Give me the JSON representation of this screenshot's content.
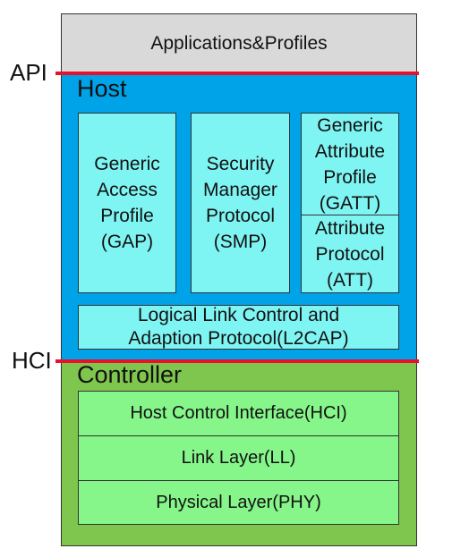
{
  "applications": "Applications&Profiles",
  "api_label": "API",
  "hci_label": "HCI",
  "host": {
    "title": "Host",
    "gap": "Generic\nAccess\nProfile\n(GAP)",
    "smp": "Security\nManager\nProtocol\n(SMP)",
    "gatt": "Generic\nAttribute\nProfile\n(GATT)",
    "att": "Attribute\nProtocol\n(ATT)",
    "l2cap": "Logical Link Control and\nAdaption Protocol(L2CAP)"
  },
  "controller": {
    "title": "Controller",
    "hci": "Host Control Interface(HCI)",
    "ll": "Link Layer(LL)",
    "phy": "Physical Layer(PHY)"
  },
  "colors": {
    "applications": "#d9d9d9",
    "host": "#00a2e8",
    "controller": "#7fc64e",
    "host_block": "#7ff5f3",
    "controller_block": "#86f58a",
    "boundary_line": "#e8112d"
  }
}
